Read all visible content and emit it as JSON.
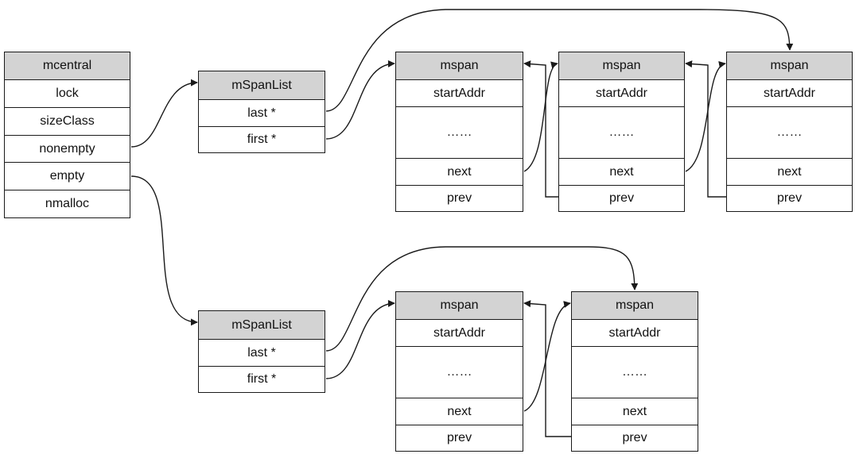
{
  "colors": {
    "header_fill": "#d3d3d3",
    "line": "#1a1a1a",
    "background": "#ffffff"
  },
  "mcentral": {
    "header": "mcentral",
    "fields": [
      "lock",
      "sizeClass",
      "nonempty",
      "empty",
      "nmalloc"
    ]
  },
  "nonempty_list": {
    "header": "mSpanList",
    "fields": [
      "last *",
      "first *"
    ],
    "spans": [
      {
        "header": "mspan",
        "fields": [
          "startAddr",
          "……",
          "next",
          "prev"
        ]
      },
      {
        "header": "mspan",
        "fields": [
          "startAddr",
          "……",
          "next",
          "prev"
        ]
      },
      {
        "header": "mspan",
        "fields": [
          "startAddr",
          "……",
          "next",
          "prev"
        ]
      }
    ]
  },
  "empty_list": {
    "header": "mSpanList",
    "fields": [
      "last *",
      "first *"
    ],
    "spans": [
      {
        "header": "mspan",
        "fields": [
          "startAddr",
          "……",
          "next",
          "prev"
        ]
      },
      {
        "header": "mspan",
        "fields": [
          "startAddr",
          "……",
          "next",
          "prev"
        ]
      }
    ]
  }
}
